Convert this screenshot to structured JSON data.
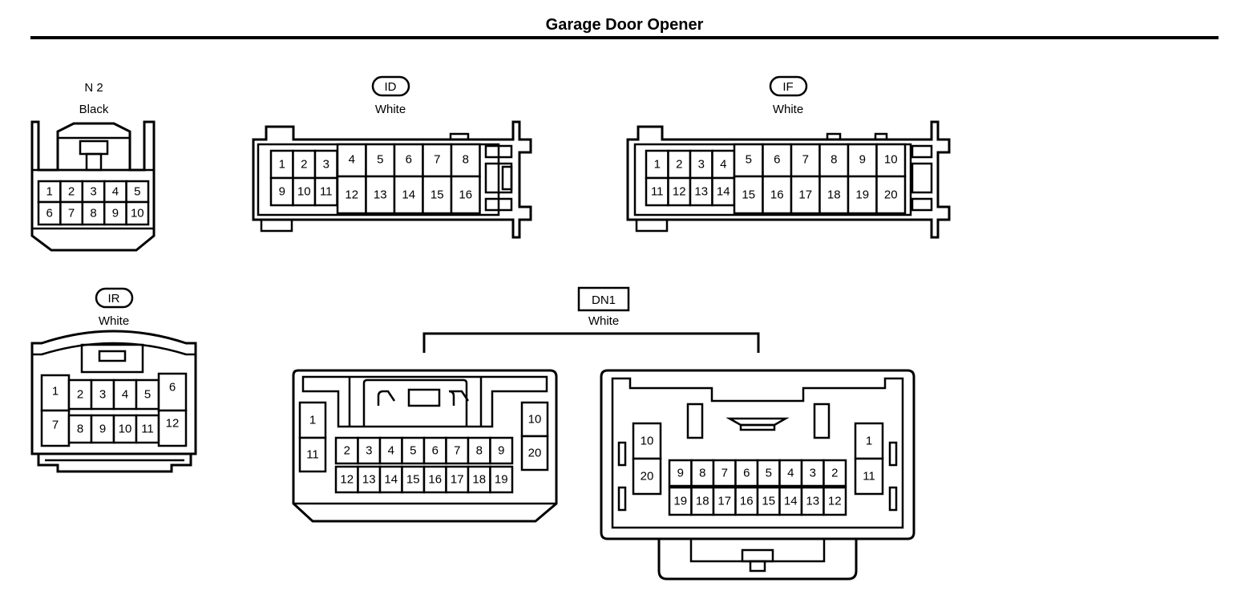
{
  "page": {
    "title": "Garage Door Opener"
  },
  "connectors": {
    "n2": {
      "code": "N 2",
      "color": "Black",
      "pins": [
        "1",
        "2",
        "3",
        "4",
        "5",
        "6",
        "7",
        "8",
        "9",
        "10"
      ]
    },
    "id": {
      "code": "ID",
      "color": "White",
      "pins": [
        "1",
        "2",
        "3",
        "4",
        "5",
        "6",
        "7",
        "8",
        "9",
        "10",
        "11",
        "12",
        "13",
        "14",
        "15",
        "16"
      ]
    },
    "if": {
      "code": "IF",
      "color": "White",
      "pins": [
        "1",
        "2",
        "3",
        "4",
        "5",
        "6",
        "7",
        "8",
        "9",
        "10",
        "11",
        "12",
        "13",
        "14",
        "15",
        "16",
        "17",
        "18",
        "19",
        "20"
      ]
    },
    "ir": {
      "code": "IR",
      "color": "White",
      "pins": [
        "1",
        "2",
        "3",
        "4",
        "5",
        "6",
        "7",
        "8",
        "9",
        "10",
        "11",
        "12"
      ]
    },
    "dn1": {
      "code": "DN1",
      "color": "White",
      "left_pins": [
        "1",
        "2",
        "3",
        "4",
        "5",
        "6",
        "7",
        "8",
        "9",
        "10",
        "11",
        "12",
        "13",
        "14",
        "15",
        "16",
        "17",
        "18",
        "19",
        "20"
      ],
      "right_pins": [
        "1",
        "2",
        "3",
        "4",
        "5",
        "6",
        "7",
        "8",
        "9",
        "10",
        "11",
        "12",
        "13",
        "14",
        "15",
        "16",
        "17",
        "18",
        "19",
        "20"
      ]
    }
  }
}
